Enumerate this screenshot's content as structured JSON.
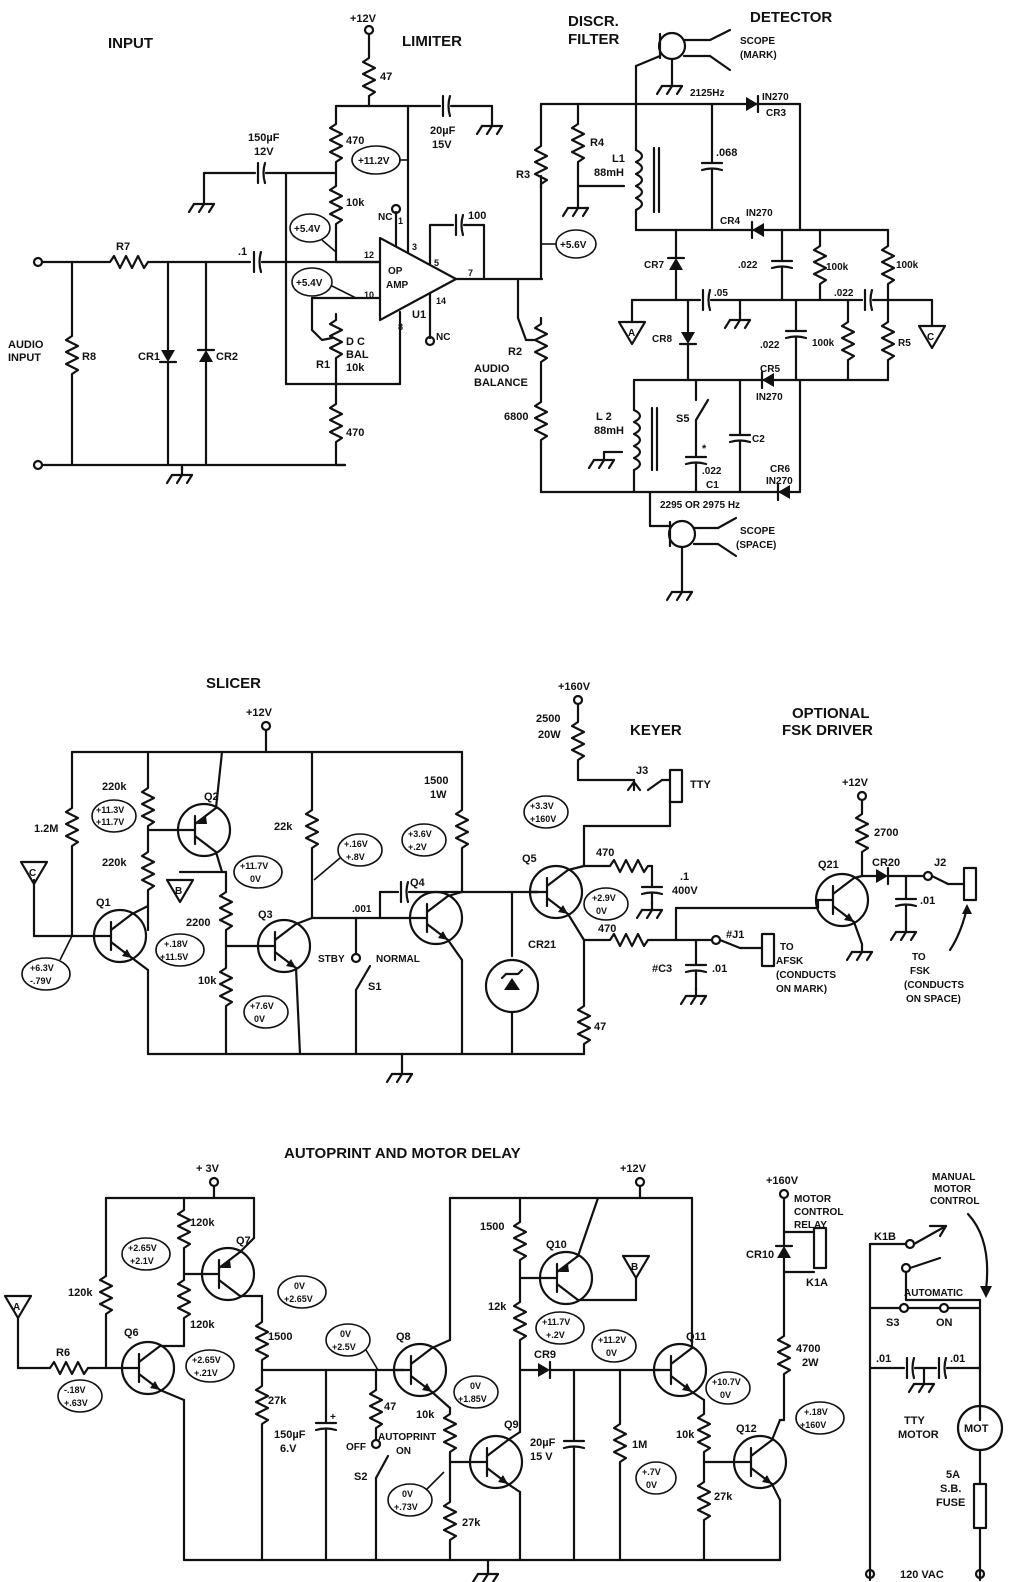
{
  "titles": {
    "input": "INPUT",
    "limiter": "LIMITER",
    "discr_filter_1": "DISCR.",
    "discr_filter_2": "FILTER",
    "detector": "DETECTOR",
    "slicer": "SLICER",
    "keyer": "KEYER",
    "fsk_1": "OPTIONAL",
    "fsk_2": "FSK  DRIVER",
    "autoprint": "AUTOPRINT  AND  MOTOR  DELAY"
  },
  "supplies": {
    "v12_top": "+12V",
    "v160_slicer": "+160V",
    "v12_slicer": "+12V",
    "v12_fsk": "+12V",
    "v3": "+ 3V",
    "v12_auto": "+12V",
    "v160_auto": "+160V"
  },
  "input": {
    "audio_input_1": "AUDIO",
    "audio_input_2": "INPUT",
    "r7": "R7",
    "r8": "R8",
    "cr1": "CR1",
    "cr2": "CR2",
    "cap_150_1": "150µF",
    "cap_150_2": "12V",
    "cap_01": ".1"
  },
  "limiter": {
    "r47": "47",
    "r470_top": "470",
    "r10k_top": "10k",
    "r470_bot": "470",
    "v11_2": "+11.2V",
    "v5_4a": "+5.4V",
    "v5_4b": "+5.4V",
    "cap_20_1": "20µF",
    "cap_20_2": "15V",
    "cap_100": "100",
    "op_amp_1": "OP",
    "op_amp_2": "AMP",
    "u1": "U1",
    "nc1": "NC",
    "nc2": "NC",
    "pin1": "1",
    "pin3": "3",
    "pin12": "12",
    "pin10": "10",
    "pin5": "5",
    "pin7": "7",
    "pin14": "14",
    "pin8": "8",
    "r1": "R1",
    "dc_bal_1": "D C",
    "dc_bal_2": "BAL",
    "dc_bal_3": "10k",
    "v5_6": "+5.6V",
    "r2": "R2",
    "audio_bal_1": "AUDIO",
    "audio_bal_2": "BALANCE",
    "r6800": "6800"
  },
  "filter": {
    "r3": "R3",
    "r4": "R4",
    "l1": "L1",
    "l1_val": "88mH",
    "c068": ".068",
    "f2125": "2125Hz",
    "scope_mark_1": "SCOPE",
    "scope_mark_2": "(MARK)",
    "l2": "L 2",
    "l2_val": "88mH",
    "s5": "S5",
    "star": "*",
    "c1_val": ".022",
    "c1": "C1",
    "c2": "C2",
    "f2295": "2295  OR 2975 Hz",
    "scope_space_1": "SCOPE",
    "scope_space_2": "(SPACE)"
  },
  "detector": {
    "cr3_1": "IN270",
    "cr3_2": "CR3",
    "cr4_a": "CR4",
    "cr4_b": "IN270",
    "cr7": "CR7",
    "cr8": "CR8",
    "cr5_a": "CR5",
    "cr5_b": "IN270",
    "cr6_a": "CR6",
    "cr6_b": "IN270",
    "c022a": ".022",
    "c022b": ".022",
    "c022c": ".022",
    "c05": ".05",
    "r100k_a": "100k",
    "r100k_b": "100k",
    "r100k_c": "100k",
    "r5": "R5",
    "tag_a": "A",
    "tag_c": "C"
  },
  "slicer": {
    "tag_c": "C",
    "tag_b": "B",
    "r1_2m": "1.2M",
    "r220k_a": "220k",
    "r220k_b": "220k",
    "v_q2_1": "+11.3V",
    "v_q2_2": "+11.7V",
    "q2": "Q2",
    "q1": "Q1",
    "q3": "Q3",
    "q4": "Q4",
    "v_q3c_1": "+11.7V",
    "v_q3c_2": "0V",
    "r2200": "2200",
    "r10k": "10k",
    "r22k": "22k",
    "v16_1": "+.16V",
    "v16_2": "+.8V",
    "v18_1": "+.18V",
    "v18_2": "+11.5V",
    "v63_1": "+6.3V",
    "v63_2": "-.79V",
    "v76_1": "+7.6V",
    "v76_2": "0V",
    "c001": ".001",
    "stby": "STBY",
    "normal": "NORMAL",
    "s1": "S1",
    "r1500_1": "1500",
    "r1500_2": "1W",
    "v36_1": "+3.6V",
    "v36_2": "+.2V"
  },
  "keyer": {
    "r2500_1": "2500",
    "r2500_2": "20W",
    "j3": "J3",
    "tty": "TTY",
    "v33_1": "+3.3V",
    "v33_2": "+160V",
    "q5": "Q5",
    "r470a": "470",
    "c1_1": ".1",
    "c1_2": "400V",
    "v29_1": "+2.9V",
    "v29_2": "0V",
    "r470b": "470",
    "j1": "#J1",
    "c3": "#C3",
    "c01": ".01",
    "afsk_1": "TO",
    "afsk_2": "AFSK",
    "afsk_3": "(CONDUCTS",
    "afsk_4": "ON MARK)",
    "cr21": "CR21",
    "r47": "47"
  },
  "fsk": {
    "r2700": "2700",
    "q21": "Q21",
    "cr20": "CR20",
    "j2": "J2",
    "c01": ".01",
    "to_fsk_1": "TO",
    "to_fsk_2": "FSK",
    "to_fsk_3": "(CONDUCTS",
    "to_fsk_4": "ON SPACE)"
  },
  "autoprint": {
    "tag_a": "A",
    "tag_b": "B",
    "r6": "R6",
    "r120k_a": "120k",
    "r120k_b": "120k",
    "r120k_c": "120k",
    "v265_1": "+2.65V",
    "v265_2": "+2.1V",
    "q7": "Q7",
    "q6": "Q6",
    "v0_1": "0V",
    "v0_2": "+2.65V",
    "v265b_1": "+2.65V",
    "v265b_2": "+.21V",
    "v18_1": "-.18V",
    "v18_2": "+.63V",
    "r1500": "1500",
    "r27k_a": "27k",
    "c150_1": "150µF",
    "c150_2": "6.V",
    "v25_1": "0V",
    "v25_2": "+2.5V",
    "r47": "47",
    "off": "OFF",
    "autoprint_1": "AUTOPRINT",
    "on": "ON",
    "s2": "S2",
    "v73_1": "0V",
    "v73_2": "+.73V",
    "q8": "Q8",
    "r10k_a": "10k",
    "v185_1": "0V",
    "v185_2": "+1.85V",
    "q9": "Q9",
    "r27k_b": "27k",
    "r1500b": "1500",
    "q10": "Q10",
    "r12k": "12k",
    "v117_1": "+11.7V",
    "v117_2": "+.2V",
    "cr9": "CR9",
    "c20_1": "20µF",
    "c20_2": "15 V",
    "r1m": "1M",
    "v112_1": "+11.2V",
    "v112_2": "0V",
    "q11": "Q11",
    "r10k_b": "10k",
    "v107_1": "+10.7V",
    "v107_2": "0V",
    "v7_1": "+.7V",
    "v7_2": "0V",
    "r27k_c": "27k",
    "q12": "Q12",
    "v18b_1": "+.18V",
    "v18b_2": "+160V",
    "motor_relay_1": "MOTOR",
    "motor_relay_2": "CONTROL",
    "motor_relay_3": "RELAY",
    "cr10": "CR10",
    "k1a": "K1A",
    "r4700_1": "4700",
    "r4700_2": "2W"
  },
  "motor": {
    "manual_1": "MANUAL",
    "manual_2": "MOTOR",
    "manual_3": "CONTROL",
    "k1b": "K1B",
    "automatic": "AUTOMATIC",
    "s3": "S3",
    "on": "ON",
    "c01a": ".01",
    "c01b": ".01",
    "tty_motor_1": "TTY",
    "tty_motor_2": "MOTOR",
    "mot": "MOT",
    "fuse_1": "5A",
    "fuse_2": "S.B.",
    "fuse_3": "FUSE",
    "vac": "120 VAC"
  }
}
